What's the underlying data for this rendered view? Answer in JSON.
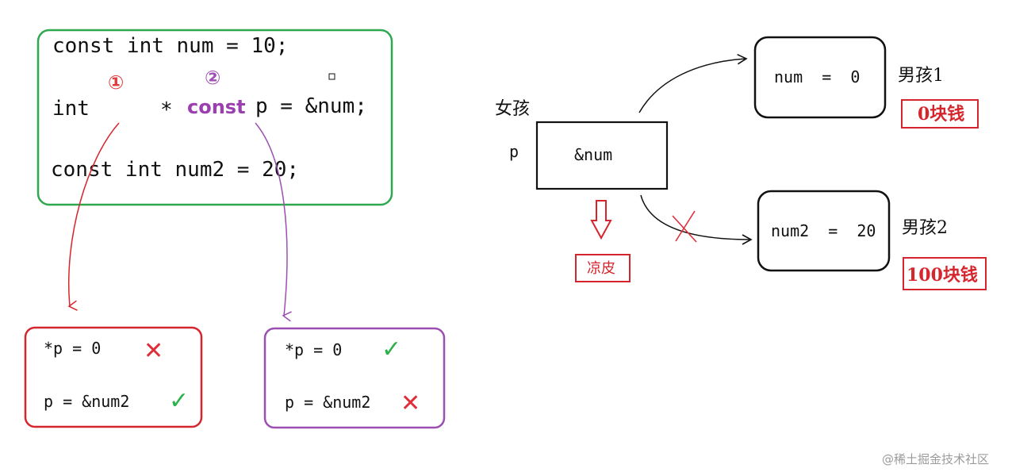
{
  "code_block": {
    "line1": "const int num = 10;",
    "line2_type": "int",
    "line2_star": "*",
    "line2_const": "const",
    "line2_rest": "p = &num;",
    "line3": "const int num2 = 20;",
    "marker1": "①",
    "marker2": "②"
  },
  "result_left": {
    "row1": "*p = 0",
    "row2": "p = &num2",
    "row1_mark": "✕",
    "row2_mark": "✓"
  },
  "result_right": {
    "row1": "*p = 0",
    "row2": "p = &num2",
    "row1_mark": "✓",
    "row2_mark": "✕"
  },
  "pointer_diagram": {
    "girl_label": "女孩",
    "pointer_name": "p",
    "pointer_value": "&num",
    "sad_label": "凉皮",
    "boy1": {
      "box_text": "num  =  0",
      "label": "男孩1",
      "money": "0块钱"
    },
    "boy2": {
      "box_text": "num2  =  20",
      "label": "男孩2",
      "money": "100块钱"
    }
  },
  "watermark": "@稀土掘金技术社区",
  "colors": {
    "code_box": "#2fa84f",
    "left_box": "#d6262d",
    "right_box": "#9b4fb0",
    "red": "#e02d3a",
    "green": "#2bb34a",
    "purple": "#a050b8",
    "dark": "#111111"
  }
}
